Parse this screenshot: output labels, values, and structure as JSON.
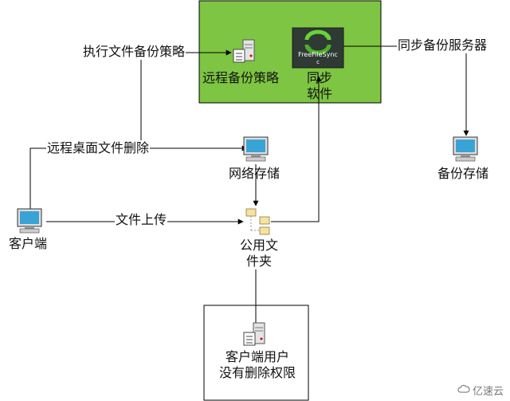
{
  "nodes": {
    "client": "客户端",
    "network_storage": "网络存储",
    "public_folder": "公用文\n件夹",
    "remote_policy": "远程备份策略",
    "sync_software": "同步\n软件",
    "sync_software_logo": "FreeFileSync",
    "backup_storage": "备份存储",
    "client_user_no_delete": "客户端用户\n没有删除权限"
  },
  "edges": {
    "execute_policy": "执行文件备份策略",
    "remote_delete": "远程桌面文件删除",
    "upload": "文件上传",
    "sync_backup_server": "同步备份服务器"
  },
  "watermark": "亿速云",
  "colors": {
    "green_box": "#7dc542",
    "line": "#000000",
    "monitor_screen": "#3aa3d6",
    "folder": "#f6e3a1"
  },
  "icons": [
    "computer-icon",
    "document-server-icon",
    "sync-logo-icon",
    "folder-share-icon"
  ]
}
